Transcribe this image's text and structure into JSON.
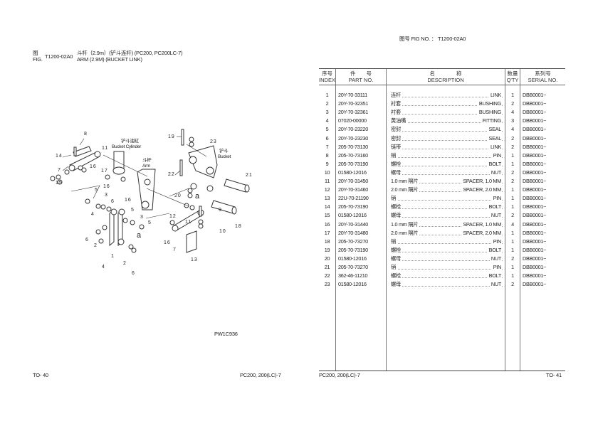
{
  "header_right": {
    "label": "图号 FIG NO. ：",
    "fig_no": "T1200-02A0"
  },
  "header_left": {
    "zh_prefix": "图",
    "en_prefix": "FIG.",
    "fig_no": "T1200-02A0",
    "title_zh": "斗杆（2.9m）(铲斗连杆) (PC200, PC200LC-7)",
    "title_en": "ARM (2.9M) (BUCKET LINK)"
  },
  "diagram": {
    "labels": {
      "bucket_cylinder_zh": "铲斗油缸",
      "bucket_cylinder_en": "Bucket Cylinder",
      "arm_zh": "斗杆",
      "arm_en": "Arm",
      "bucket_zh": "铲斗",
      "bucket_en": "Bucket",
      "a1": "a",
      "a2": "a"
    },
    "callouts": [
      "8",
      "14",
      "7",
      "15",
      "16",
      "17",
      "11",
      "16",
      "16",
      "5",
      "3",
      "6",
      "4",
      "6",
      "2",
      "1",
      "4",
      "2",
      "6",
      "5",
      "3",
      "5",
      "19",
      "23",
      "22",
      "21",
      "20",
      "12",
      "11",
      "9",
      "18",
      "16",
      "7",
      "10",
      "13"
    ],
    "drawing_no": "PW1C936"
  },
  "table": {
    "headers": {
      "index_zh": "序号",
      "index_en": "INDEX",
      "part_zh": "件　　号",
      "part_en": "PART NO.",
      "desc_zh": "名　　　　称",
      "desc_en": "DESCRIPTION",
      "qty_zh": "数量",
      "qty_en": "Q'TY",
      "serial_zh": "系列号",
      "serial_en": "SERIAL NO."
    },
    "rows": [
      {
        "index": "1",
        "part_no": "20Y-70-33111",
        "desc_zh": "连杆",
        "desc_en": "LINK",
        "qty": "1",
        "serial": "DBB0001~"
      },
      {
        "index": "2",
        "part_no": "20Y-70-32351",
        "desc_zh": "衬套",
        "desc_en": "BUSHING",
        "qty": "2",
        "serial": "DBB0001~"
      },
      {
        "index": "3",
        "part_no": "20Y-70-32361",
        "desc_zh": "衬套",
        "desc_en": "BUSHING",
        "qty": "4",
        "serial": "DBB0001~"
      },
      {
        "index": "4",
        "part_no": "07020-00000",
        "desc_zh": "黄油嘴",
        "desc_en": "FITTING",
        "qty": "3",
        "serial": "DBB0001~"
      },
      {
        "index": "5",
        "part_no": "20Y-70-23220",
        "desc_zh": "密封",
        "desc_en": "SEAL",
        "qty": "4",
        "serial": "DBB0001~"
      },
      {
        "index": "6",
        "part_no": "20Y-70-23230",
        "desc_zh": "密封",
        "desc_en": "SEAL",
        "qty": "2",
        "serial": "DBB0001~"
      },
      {
        "index": "7",
        "part_no": "205-70-73130",
        "desc_zh": "链带",
        "desc_en": "LINK",
        "qty": "2",
        "serial": "DBB0001~"
      },
      {
        "index": "8",
        "part_no": "205-70-73160",
        "desc_zh": "销",
        "desc_en": "PIN",
        "qty": "1",
        "serial": "DBB0001~"
      },
      {
        "index": "9",
        "part_no": "205-70-73190",
        "desc_zh": "螺栓",
        "desc_en": "BOLT",
        "qty": "1",
        "serial": "DBB0001~"
      },
      {
        "index": "10",
        "part_no": "01580-12016",
        "desc_zh": "螺母",
        "desc_en": "NUT",
        "qty": "2",
        "serial": "DBB0001~"
      },
      {
        "index": "11",
        "part_no": "20Y-70-31450",
        "desc_zh": "1.0 mm 隔片",
        "desc_en": "SPACER, 1.0 MM",
        "qty": "2",
        "serial": "DBB0001~"
      },
      {
        "index": "12",
        "part_no": "20Y-70-31460",
        "desc_zh": "2.0 mm 隔片",
        "desc_en": "SPACER, 2.0 MM",
        "qty": "1",
        "serial": "DBB0001~"
      },
      {
        "index": "13",
        "part_no": "22U-70-21190",
        "desc_zh": "销",
        "desc_en": "PIN",
        "qty": "1",
        "serial": "DBB0001~"
      },
      {
        "index": "14",
        "part_no": "205-70-73190",
        "desc_zh": "螺栓",
        "desc_en": "BOLT",
        "qty": "1",
        "serial": "DBB0001~"
      },
      {
        "index": "15",
        "part_no": "01580-12016",
        "desc_zh": "螺母",
        "desc_en": "NUT",
        "qty": "2",
        "serial": "DBB0001~"
      },
      {
        "index": "16",
        "part_no": "20Y-70-31440",
        "desc_zh": "1.0 mm 隔片",
        "desc_en": "SPACER, 1.0 MM",
        "qty": "4",
        "serial": "DBB0001~"
      },
      {
        "index": "17",
        "part_no": "20Y-70-31480",
        "desc_zh": "2.0 mm 隔片",
        "desc_en": "SPACER, 2.0 MM",
        "qty": "1",
        "serial": "DBB0001~"
      },
      {
        "index": "18",
        "part_no": "205-70-73270",
        "desc_zh": "销",
        "desc_en": "PIN",
        "qty": "1",
        "serial": "DBB0001~"
      },
      {
        "index": "19",
        "part_no": "205-70-73190",
        "desc_zh": "螺栓",
        "desc_en": "BOLT",
        "qty": "1",
        "serial": "DBB0001~"
      },
      {
        "index": "20",
        "part_no": "01580-12016",
        "desc_zh": "螺母",
        "desc_en": "NUT",
        "qty": "2",
        "serial": "DBB0001~"
      },
      {
        "index": "21",
        "part_no": "205-70-73270",
        "desc_zh": "销",
        "desc_en": "PIN",
        "qty": "1",
        "serial": "DBB0001~"
      },
      {
        "index": "22",
        "part_no": "362-46-11210",
        "desc_zh": "螺栓",
        "desc_en": "BOLT",
        "qty": "1",
        "serial": "DBB0001~"
      },
      {
        "index": "23",
        "part_no": "01580-12016",
        "desc_zh": "螺母",
        "desc_en": "NUT",
        "qty": "2",
        "serial": "DBB0001~"
      }
    ]
  },
  "footer": {
    "left_page": "TO- 40",
    "left_model": "PC200, 200(LC)-7",
    "right_model": "PC200, 200(LC)-7",
    "right_page": "TO- 41"
  }
}
